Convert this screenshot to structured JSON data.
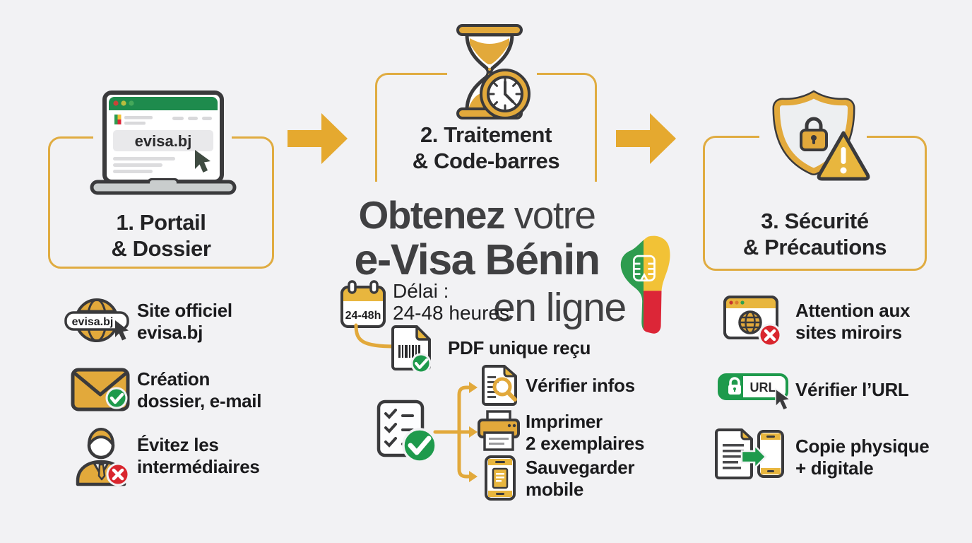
{
  "title": {
    "line1_bold": "Obtenez",
    "line1_rest": " votre",
    "line2": "e-Visa Bénin",
    "line3": "en ligne"
  },
  "steps": [
    {
      "line1": "1. Portail",
      "line2": "& Dossier"
    },
    {
      "line1": "2. Traitement",
      "line2": "& Code-barres"
    },
    {
      "line1": "3. Sécurité",
      "line2": "& Précautions"
    }
  ],
  "laptop": {
    "url": "evisa.bj"
  },
  "left_items": [
    {
      "pill": "evisa.bj",
      "line1": "Site officiel",
      "line2": "evisa.bj"
    },
    {
      "line1": "Création",
      "line2": "dossier, e-mail"
    },
    {
      "line1": "Évitez les",
      "line2": "intermédiaires"
    }
  ],
  "delay": {
    "badge": "24-48h",
    "line1": "Délai :",
    "line2": "24-48 heures"
  },
  "center_items": {
    "pdf": "PDF unique reçu",
    "verify": "Vérifier infos",
    "print1": "Imprimer",
    "print2": "2 exemplaires",
    "save1": "Sauvegarder",
    "save2": "mobile"
  },
  "right_items": [
    {
      "line1": "Attention aux",
      "line2": "sites miroirs"
    },
    {
      "label": "URL",
      "line1": "Vérifier l’URL"
    },
    {
      "line1": "Copie physique",
      "line2": "+ digitale"
    }
  ],
  "colors": {
    "gold": "#E2A93B",
    "gold_border": "#E0AC41",
    "green": "#1E9A4C",
    "red": "#D9262E",
    "dark": "#3A3A3C",
    "title_gray": "#404042",
    "background": "#F2F2F4",
    "flag_green": "#2E9C4F",
    "flag_yellow": "#F2C236",
    "flag_red": "#DC2637"
  }
}
